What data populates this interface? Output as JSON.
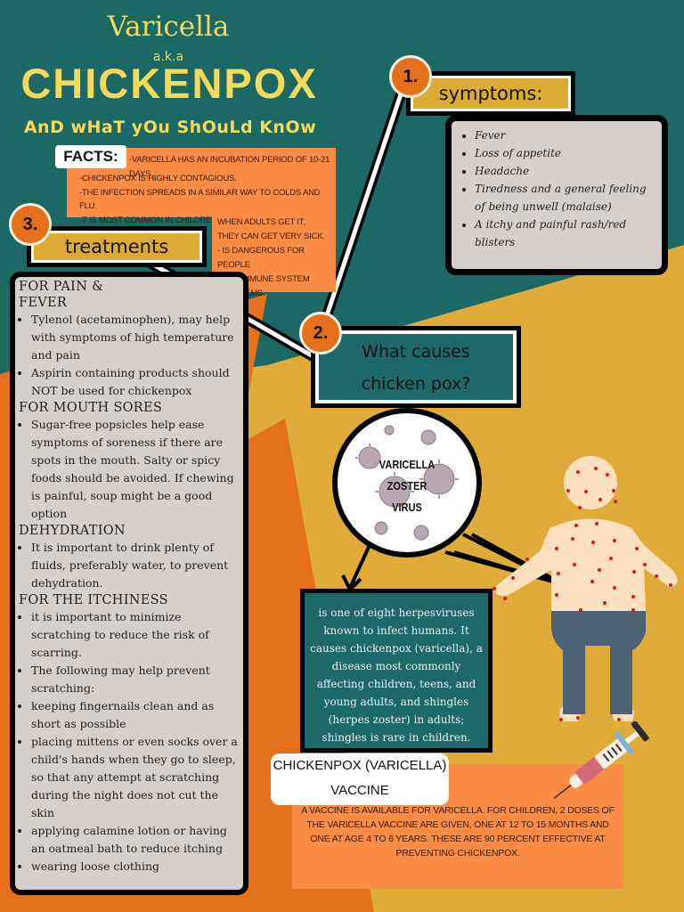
{
  "colors": {
    "teal": "#1b6865",
    "yellow": "#dfac39",
    "orange": "#e4701b",
    "light_orange": "#fb8c46",
    "title_yellow": "#f5d95a",
    "panel_gray": "#d6cfca",
    "skin": "#fde0c0",
    "pants": "#4e6276",
    "spots": "#d91a1a"
  },
  "header": {
    "title_line1": "Varicella",
    "aka": "a.k.a",
    "title_main": "CHICKENPOX",
    "subtitle": "AnD wHaT yOu ShOuLd KnOw"
  },
  "facts": {
    "label": "FACTS:",
    "lines": [
      "-Varicella has an incubation period of 10-21 days.",
      "-Chickenpox is highly contagious.",
      "-The infection spreads in a similar way to colds and flu.",
      "-T is most common in children and is usually mild.",
      "When adults get it,",
      "they can get very sick.",
      "- is dangerous for people",
      "with immune system",
      "problems."
    ]
  },
  "symptoms": {
    "number": "1.",
    "title": "symptoms:",
    "items": [
      "Fever",
      "Loss of appetite",
      "Headache",
      "Tiredness and a general feeling of being unwell (malaise)",
      "A itchy and painful rash/red blisters"
    ]
  },
  "causes": {
    "number": "2.",
    "title_line1": "What causes",
    "title_line2": "chicken pox?",
    "virus_label": [
      "VARICELLA",
      "ZOSTER",
      "VIRUS"
    ],
    "description": "is one of eight herpesviruses known to infect humans. It causes chickenpox (varicella), a disease most commonly affecting children, teens, and young adults, and shingles (herpes zoster) in adults; shingles is rare in children."
  },
  "treatments": {
    "number": "3.",
    "title": "treatments",
    "sections": [
      {
        "heading": "FOR PAIN & FEVER",
        "items": [
          "Tylenol (acetaminophen), may help with symptoms of high temperature and pain",
          "Aspirin containing products should NOT be used for chickenpox"
        ]
      },
      {
        "heading": "FOR MOUTH SORES",
        "items": [
          "Sugar-free popsicles help ease symptoms of soreness if there are spots in the mouth. Salty or spicy foods should be avoided. If chewing is painful, soup might be a good option"
        ]
      },
      {
        "heading": "DEHYDRATION",
        "items": [
          "It is important to drink plenty of fluids, preferably water, to prevent dehydration."
        ]
      },
      {
        "heading": "FOR THE ITCHINESS",
        "items": [
          "it is important to minimize scratching to reduce the risk of scarring.",
          "The following may help prevent scratching:",
          "keeping fingernails clean and as short as possible",
          "placing mittens or even socks over a child's hands when they go to sleep, so that any attempt at scratching during the night does not cut the skin",
          "applying calamine lotion or having an oatmeal bath to reduce itching",
          "wearing loose clothing"
        ]
      }
    ]
  },
  "vaccine": {
    "title_line1": "CHICKENPOX (VARICELLA)",
    "title_line2": "VACCINE",
    "text": "A vaccine is available for varicella. For children, 2 doses of the varicella vaccine are given, one at 12 to 15 months and one at age 4 to 6 years. These are 90 percent effective at preventing chickenpox."
  },
  "icons": {
    "virus": "virus-icon",
    "child": "child-figure-illustration",
    "syringe": "syringe-icon"
  }
}
